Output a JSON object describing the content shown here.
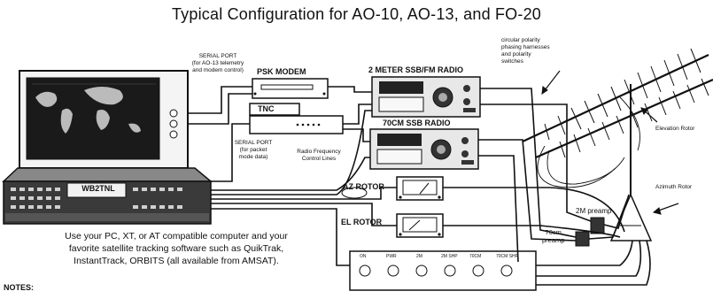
{
  "title": "Typical Configuration for AO-10, AO-13, and FO-20",
  "labels": {
    "serial_port_top": [
      "SERIAL PORT",
      "(for AO-13 telemetry",
      "and modem control)"
    ],
    "psk_modem": "PSK MODEM",
    "tnc": "TNC",
    "two_meter_radio": "2 METER SSB/FM RADIO",
    "seventy_cm_radio": "70CM SSB RADIO",
    "serial_port_packet": [
      "SERIAL PORT",
      "(for packet",
      "mode data)"
    ],
    "rf_control": [
      "Radio Frequency",
      "Control Lines"
    ],
    "az_rotor": "AZ ROTOR",
    "el_rotor": "EL ROTOR",
    "polarity_note": [
      "circular polarity",
      "phasing harnesses",
      "and polarity",
      "switches"
    ],
    "elevation_rotor": "Elevation Rotor",
    "azimuth_rotor": "Azimuth Rotor",
    "two_m_preamp": "2M preamp",
    "seventy_cm_preamp": [
      "70cm",
      "preamp"
    ],
    "callsign": "WB2TNL",
    "notes": "NOTES:"
  },
  "description_lines": [
    "Use your PC, XT, or AT compatible computer and your",
    "favorite satellite tracking software such as QuikTrak,",
    "InstantTrack, ORBITS (all available from AMSAT)."
  ],
  "switch_panel_labels": [
    "ON",
    "PWR",
    "2M",
    "2M SHP",
    "70CM",
    "70CM SHP"
  ]
}
